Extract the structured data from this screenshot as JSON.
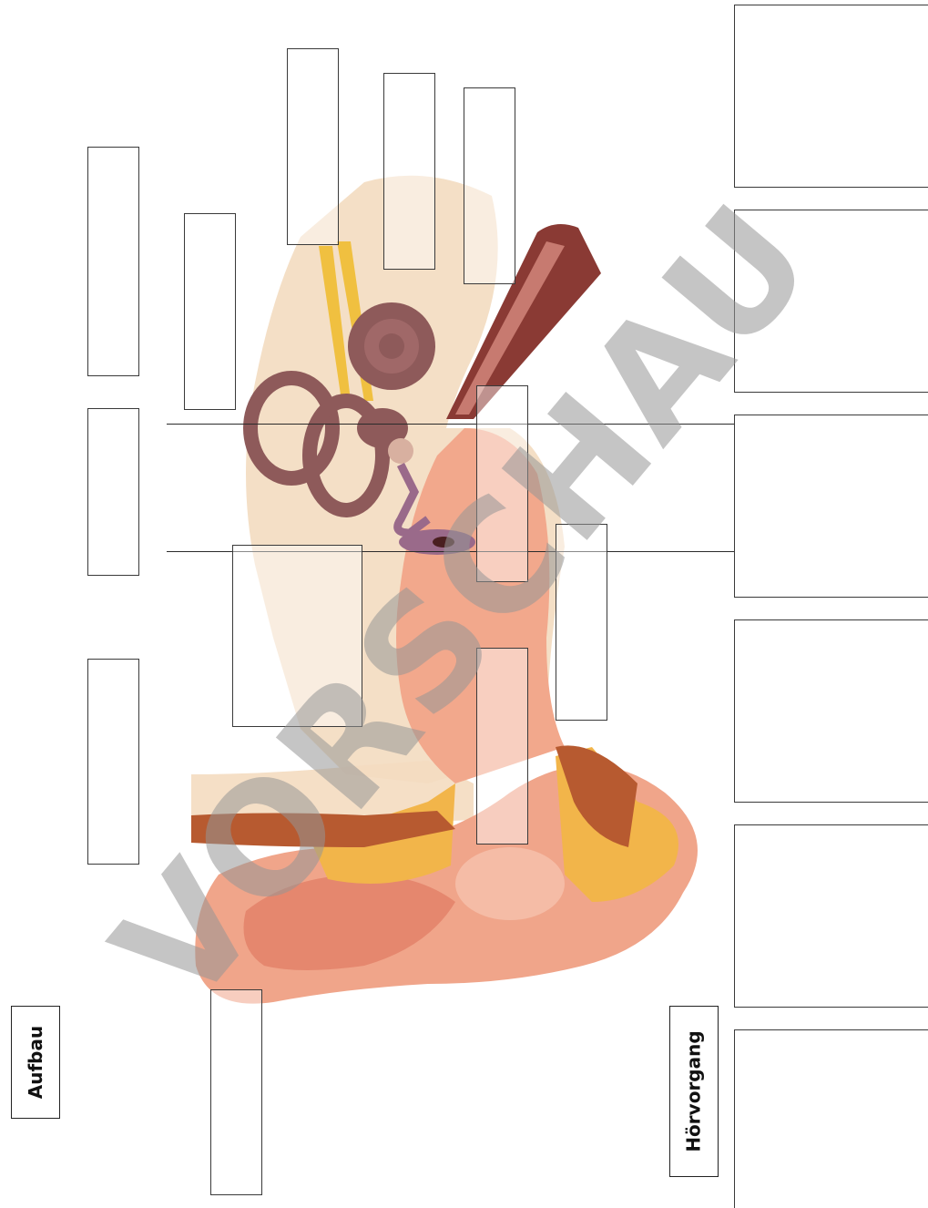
{
  "labels": {
    "structure": "Aufbau",
    "hearing_process": "Hörvorgang"
  },
  "watermark": "VORSCHAU",
  "answer_boxes": [
    "",
    "",
    "",
    "",
    "",
    "",
    "",
    "",
    "",
    "",
    "",
    ""
  ],
  "colors": {
    "skin": "#f0a084",
    "bone": "#f3d9b8",
    "cochlea": "#8e5a5a",
    "nerve": "#f0c040",
    "muscle": "#b5502a",
    "cartilage": "#f2b44a",
    "watermark": "#969696"
  }
}
